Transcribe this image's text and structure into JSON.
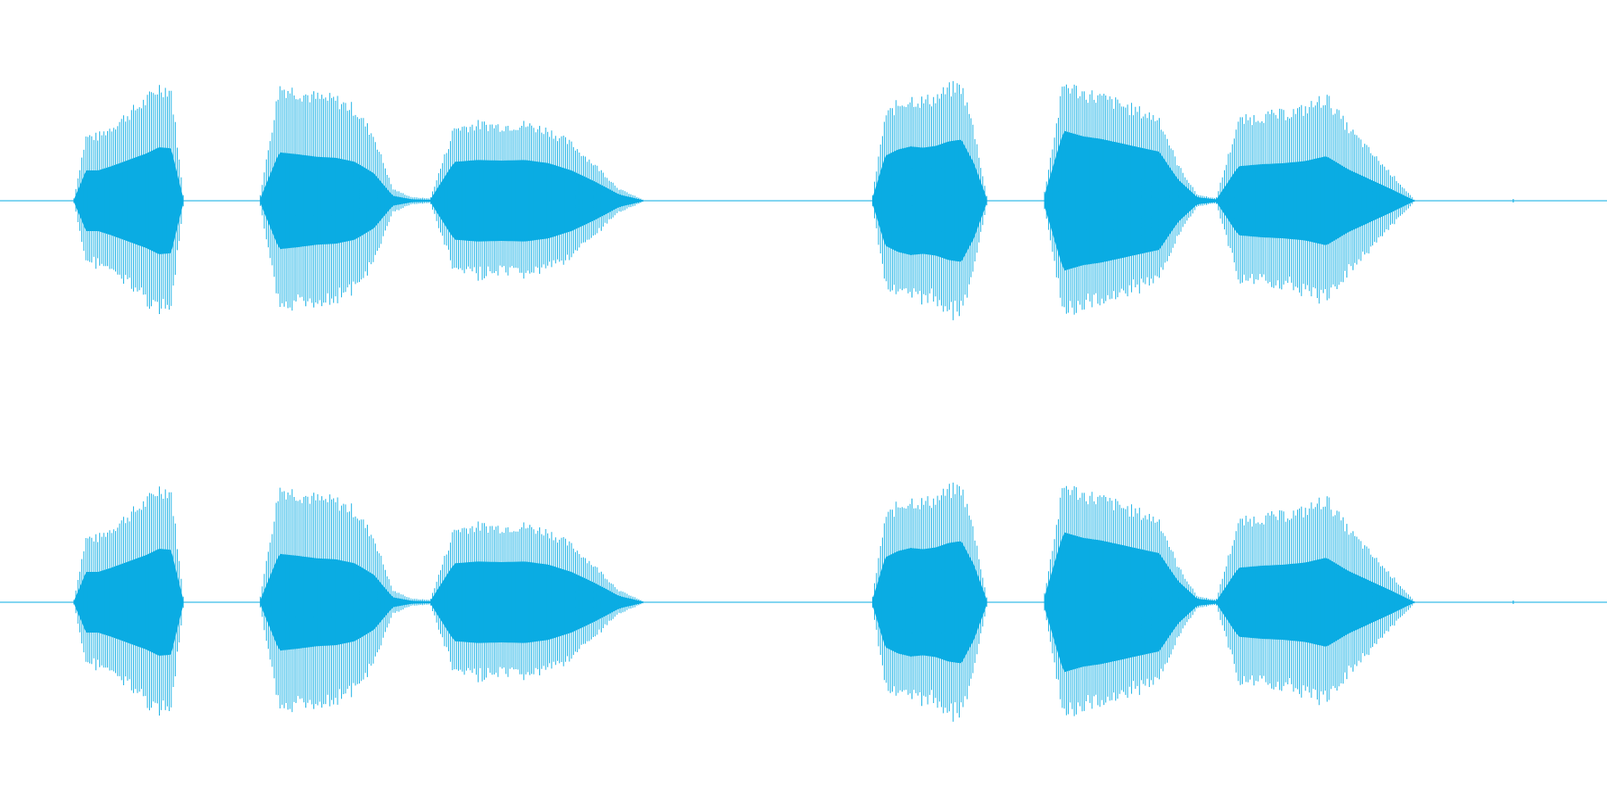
{
  "waveform": {
    "color": "#0aace3",
    "background": "#ffffff",
    "channels": [
      {
        "id": "channel-1"
      },
      {
        "id": "channel-2"
      }
    ],
    "time_range": [
      0,
      1
    ],
    "amplitude_range": [
      -1,
      1
    ],
    "zero_line": true,
    "segments": [
      {
        "start": 0.046,
        "end": 0.114,
        "envelope": [
          0.02,
          0.55,
          0.55,
          0.62,
          0.7,
          0.78,
          0.86,
          0.97,
          0.95,
          0.05
        ],
        "core": 0.42
      },
      {
        "start": 0.162,
        "end": 0.268,
        "envelope": [
          0.05,
          0.97,
          0.93,
          0.88,
          0.86,
          0.78,
          0.55,
          0.1,
          0.03,
          0.02
        ],
        "core": 0.38
      },
      {
        "start": 0.268,
        "end": 0.4,
        "envelope": [
          0.03,
          0.62,
          0.65,
          0.64,
          0.65,
          0.6,
          0.48,
          0.3,
          0.1,
          0.01
        ],
        "core": 0.32
      },
      {
        "start": 0.543,
        "end": 0.614,
        "envelope": [
          0.05,
          0.72,
          0.82,
          0.87,
          0.85,
          0.88,
          0.95,
          0.98,
          0.6,
          0.04
        ],
        "core": 0.48
      },
      {
        "start": 0.65,
        "end": 0.757,
        "envelope": [
          0.08,
          1.0,
          0.92,
          0.88,
          0.82,
          0.76,
          0.7,
          0.3,
          0.05,
          0.02
        ],
        "core": 0.55
      },
      {
        "start": 0.757,
        "end": 0.88,
        "envelope": [
          0.03,
          0.68,
          0.72,
          0.74,
          0.78,
          0.88,
          0.62,
          0.42,
          0.22,
          0.01
        ],
        "core": 0.35
      }
    ]
  }
}
